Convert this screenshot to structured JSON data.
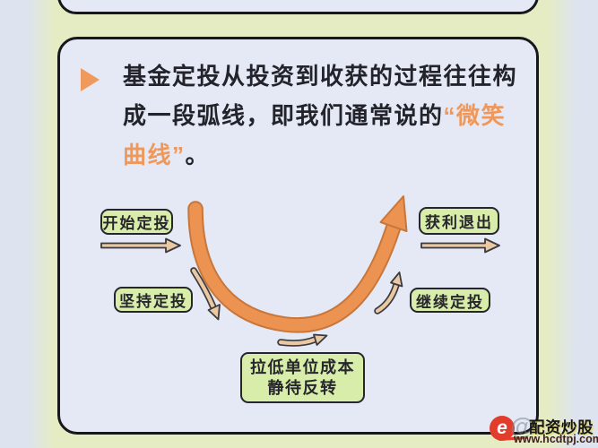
{
  "colors": {
    "page_bg": "#dde3ef",
    "band_green": "#e5ecc4",
    "card_bg": "#e4e9f5",
    "card_border": "#17171c",
    "accent_orange": "#ec9351",
    "curve_outline": "#c8763a",
    "label_green_fill": "#d7eda9",
    "label_border": "#26262c",
    "text_dark": "#23242b",
    "highlight_orange_text": "#ef985c",
    "arrow_tan_fill": "#eac9a2",
    "arrow_outline": "#3a3a40",
    "logo_red": "#e23c2c",
    "url_maroon": "#40201a"
  },
  "intro": {
    "line1": "基金定投从投资到收获的过程往往构",
    "line2_dark": "成一段弧线，即我们通常说的",
    "line2_orange": "“微笑",
    "line3_orange": "曲线”",
    "line3_dark": "。"
  },
  "diagram": {
    "type": "smile-curve-flow",
    "labels": {
      "start": "开始定投",
      "persist": "坚持定投",
      "bottom_line1": "拉低单位成本",
      "bottom_line2": "静待反转",
      "continue": "继续定投",
      "exit": "获利退出"
    }
  },
  "watermark": {
    "logo_letter": "e",
    "at_symbol": "@",
    "brand": "配资炒股",
    "url": "www.hcdtpj.com"
  }
}
